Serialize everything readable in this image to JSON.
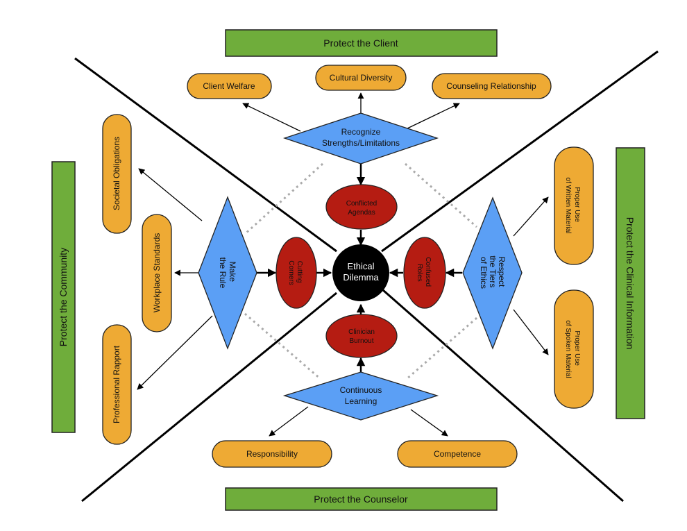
{
  "colors": {
    "green": "#6fad3b",
    "orange": "#eeaa34",
    "blue": "#5b9ff5",
    "red": "#b51c12",
    "black": "#000000",
    "dotted": "#aaaaaa"
  },
  "banners": {
    "top": "Protect the Client",
    "bottom": "Protect the Counselor",
    "left": "Protect the Community",
    "right": "Protect the Clinical Information"
  },
  "top_group": {
    "diamond": [
      "Recognize",
      "Strengths/Limitations"
    ],
    "red": [
      "Conflicted",
      "Agendas"
    ],
    "pills": [
      "Client Welfare",
      "Cultural Diversity",
      "Counseling Relationship"
    ]
  },
  "bottom_group": {
    "diamond": [
      "Continuous",
      "Learning"
    ],
    "red": [
      "Clinician",
      "Burnout"
    ],
    "pills": [
      "Responsibility",
      "Competence"
    ]
  },
  "left_group": {
    "diamond": [
      "Make",
      "the Rule"
    ],
    "red": [
      "Cutting",
      "Corners"
    ],
    "pills": [
      "Societal Obligations",
      "Workplace Standards",
      "Professional Rapport"
    ]
  },
  "right_group": {
    "diamond": [
      "Respect",
      "the Tiers",
      "of Ethics"
    ],
    "red": [
      "Confused",
      "Roles"
    ],
    "pills": [
      [
        "Proper Use",
        "of Written Material"
      ],
      [
        "Proper Use",
        "of Spoken Material"
      ]
    ]
  },
  "center": [
    "Ethical",
    "Dilemma"
  ]
}
